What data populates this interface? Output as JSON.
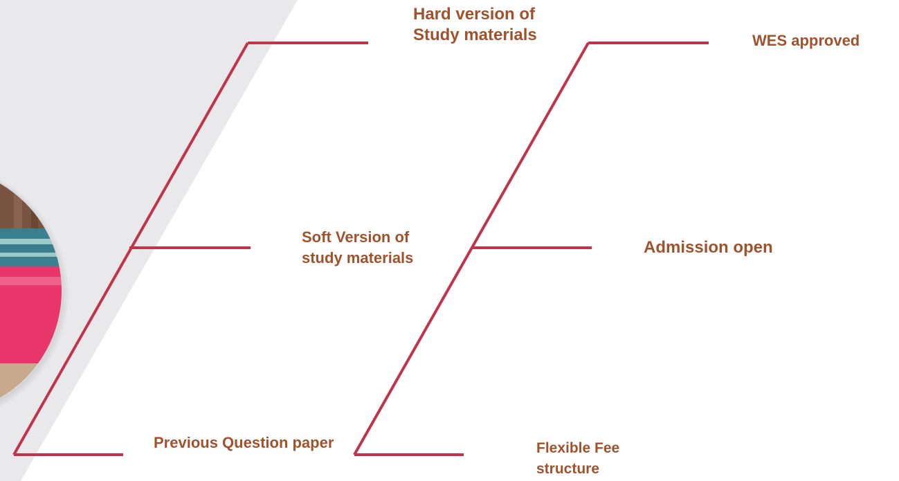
{
  "colors": {
    "line": "#C0334A",
    "text": "#A0522D",
    "panel": "#E9E9EB",
    "photo_pink": "#E8366A"
  },
  "labels": {
    "hard_version": "Hard version of Study materials",
    "wes_approved": "WES approved",
    "soft_version": "Soft Version of study materials",
    "admission_open": "Admission open",
    "previous_question": "Previous Question paper",
    "flexible_fee": "Flexible Fee structure"
  },
  "images": {
    "photo": "student-photo"
  }
}
